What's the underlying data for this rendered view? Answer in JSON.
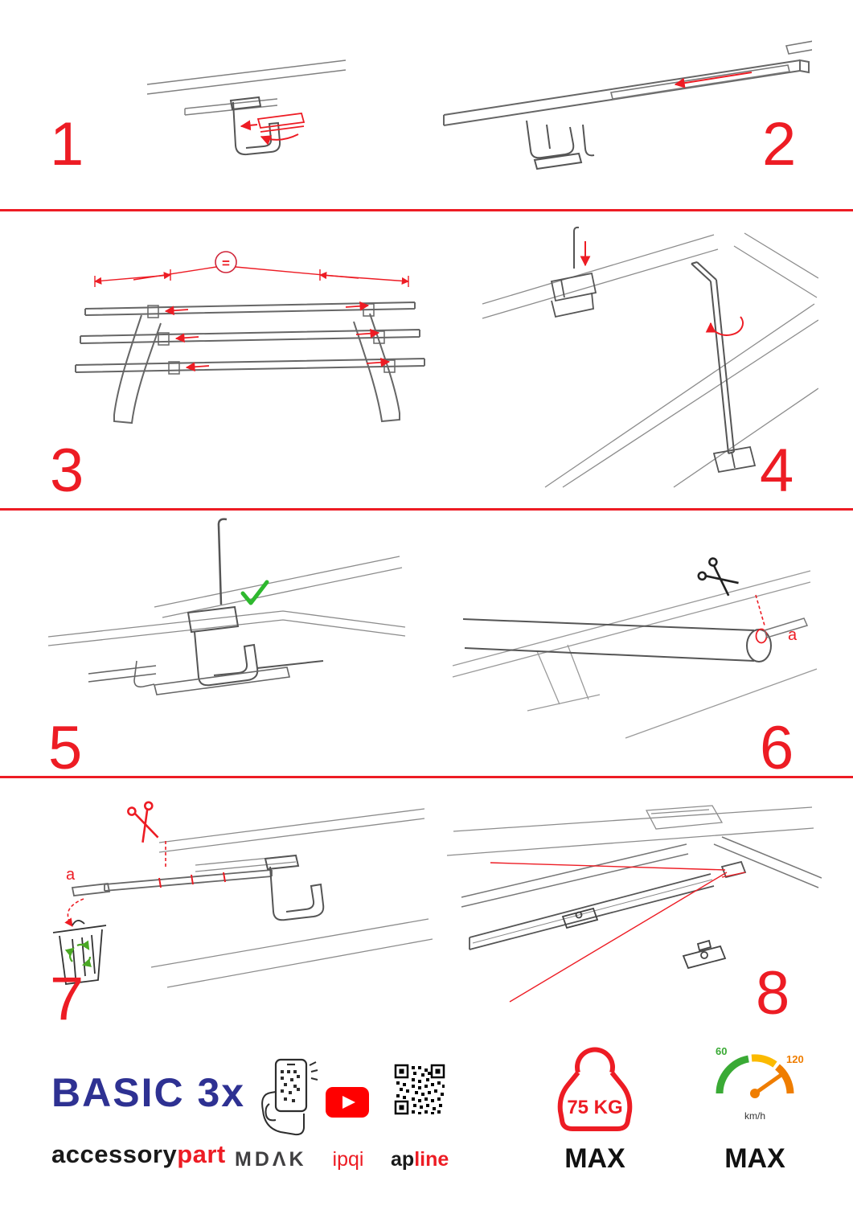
{
  "steps": [
    {
      "number": "1"
    },
    {
      "number": "2"
    },
    {
      "number": "3"
    },
    {
      "number": "4"
    },
    {
      "number": "5"
    },
    {
      "number": "6"
    },
    {
      "number": "7"
    },
    {
      "number": "8"
    }
  ],
  "annotations": {
    "equal": "=",
    "label_a": "a"
  },
  "footer": {
    "product_title": "BASIC 3x",
    "brand_black": "accessory",
    "brand_red": "part",
    "mdak": "MDΛK",
    "ipqi": "ipqi",
    "apline_black": "ap",
    "apline_red": "line",
    "weight_value": "75 KG",
    "weight_max": "MAX",
    "speed_low": "60",
    "speed_high": "120",
    "speed_unit": "km/h",
    "speed_max": "MAX"
  },
  "colors": {
    "accent_red": "#ed1c24",
    "brand_blue": "#2e3192",
    "check_green": "#2eb82e",
    "recycle_green": "#4aa824",
    "speed_green": "#3aaa35",
    "speed_yellow": "#fbba00",
    "speed_orange": "#ef7d00",
    "youtube_red": "#ff0000"
  }
}
